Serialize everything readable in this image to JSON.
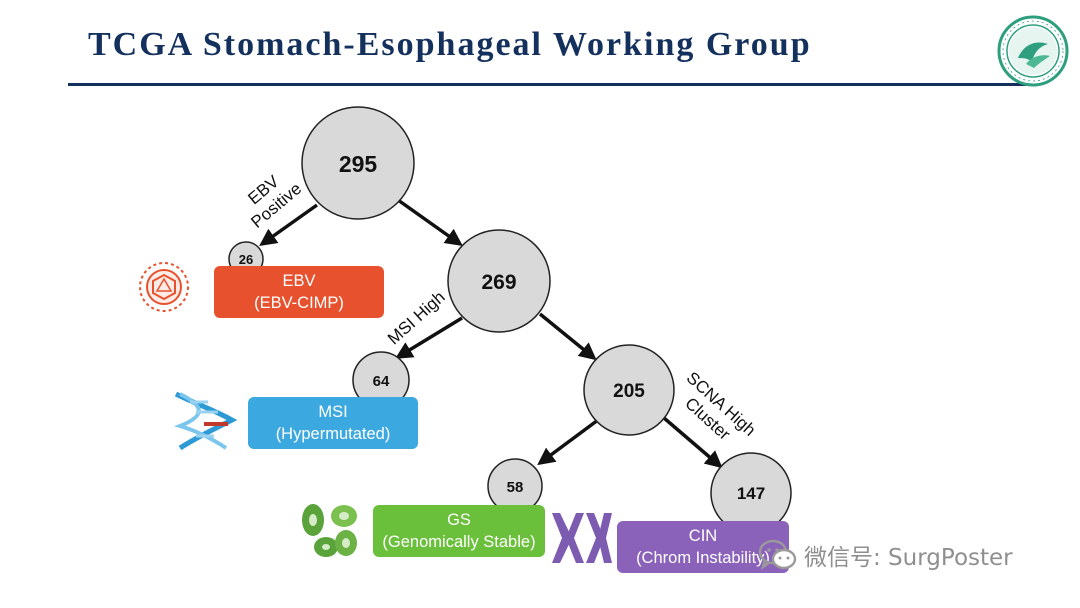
{
  "header": {
    "title": "TCGA Stomach-Esophageal Working Group"
  },
  "colors": {
    "title": "#14305c",
    "node_fill": "#d9d9d9",
    "node_stroke": "#222222",
    "ebv": "#e8512d",
    "msi": "#3ca8e0",
    "gs": "#6abf3b",
    "cin": "#8a62b9",
    "watermark": "#8f8f8f"
  },
  "nodes": {
    "root": "295",
    "n269": "269",
    "n205": "205",
    "ebv": "26",
    "msi": "64",
    "gs": "58",
    "cin": "147"
  },
  "edges": {
    "ebv_label_line1": "EBV",
    "ebv_label_line2": "Positive",
    "msi_label": "MSI High",
    "scna_label_line1": "SCNA High",
    "scna_label_line2": "Cluster"
  },
  "subtypes": {
    "ebv": {
      "name": "EBV",
      "detail": "(EBV-CIMP)"
    },
    "msi": {
      "name": "MSI",
      "detail": "(Hypermutated)"
    },
    "gs": {
      "name": "GS",
      "detail": "(Genomically Stable)"
    },
    "cin": {
      "name": "CIN",
      "detail": "(Chrom Instability)"
    }
  },
  "icons": {
    "logo": "university-seal-logo",
    "ebv": "virus-icon",
    "msi": "dna-helix-icon",
    "gs": "cells-icon",
    "cin": "chromosomes-icon",
    "watermark": "wechat-icon"
  },
  "watermark": {
    "text": "微信号: SurgPoster"
  }
}
